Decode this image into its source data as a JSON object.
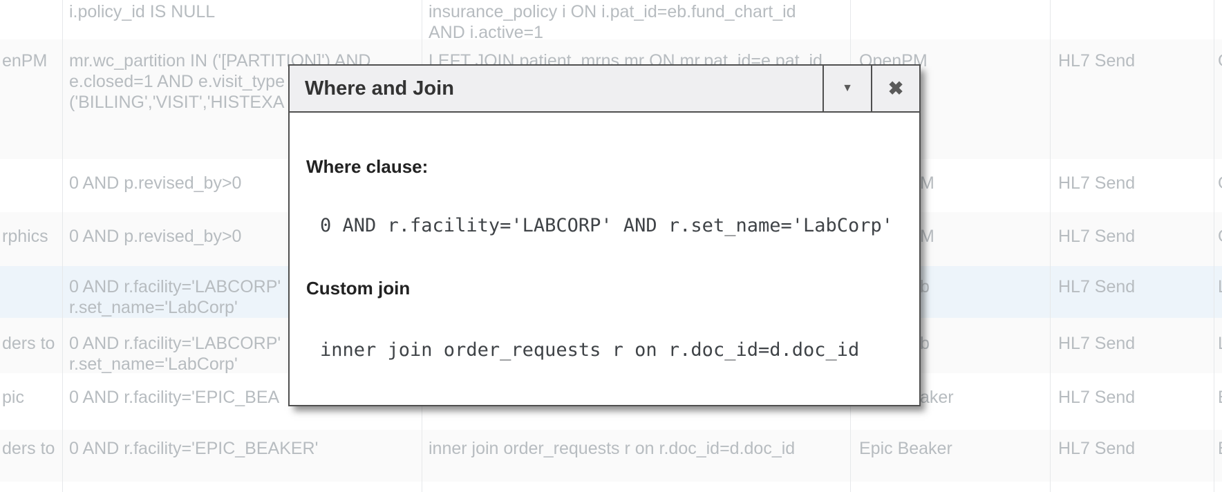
{
  "modal": {
    "title": "Where and Join",
    "collapse_icon_glyph": "▼",
    "close_icon_glyph": "✖",
    "where_label": "Where clause:",
    "where_code": "0 AND r.facility='LABCORP' AND r.set_name='LabCorp'",
    "join_label": "Custom join",
    "join_code": "inner join order_requests r on r.doc_id=d.doc_id"
  },
  "table": {
    "rows": [
      {
        "bg": "white",
        "name": "",
        "where": [
          "i.policy_id IS NULL"
        ],
        "join": [
          "insurance_policy i ON i.pat_id=eb.fund_chart_id",
          "AND i.active=1"
        ],
        "system": "",
        "system_partial": false,
        "send": "",
        "extra": ""
      },
      {
        "bg": "gray",
        "name": "enPM",
        "where": [
          "mr.wc_partition IN ('[PARTITION]') AND",
          "e.closed=1 AND e.visit_type",
          "('BILLING','VISIT','HISTEXA"
        ],
        "join": [
          "LEFT JOIN patient_mrns mr ON mr.pat_id=e.pat_id"
        ],
        "system": "OpenPM",
        "system_partial": false,
        "send": "HL7 Send",
        "extra": "O"
      },
      {
        "bg": "white",
        "name": "",
        "where": [
          "0 AND p.revised_by>0"
        ],
        "join": [],
        "system": "M",
        "system_partial": true,
        "send": "HL7 Send",
        "extra": "O"
      },
      {
        "bg": "gray",
        "name": "rphics",
        "where": [
          "0 AND p.revised_by>0"
        ],
        "join": [],
        "system": "M",
        "system_partial": true,
        "send": "HL7 Send",
        "extra": "O"
      },
      {
        "bg": "selected",
        "name": "",
        "where": [
          "0 AND r.facility='LABCORP'",
          "r.set_name='LabCorp'"
        ],
        "join": [],
        "system": "b",
        "system_partial": true,
        "send": "HL7 Send",
        "extra": "L"
      },
      {
        "bg": "gray",
        "name": "ders to",
        "where": [
          "0 AND r.facility='LABCORP'",
          "r.set_name='LabCorp'"
        ],
        "join": [],
        "system": "b",
        "system_partial": true,
        "send": "HL7 Send",
        "extra": "L"
      },
      {
        "bg": "white",
        "name": "pic",
        "where": [
          "0 AND r.facility='EPIC_BEA"
        ],
        "join": [],
        "system": "aker",
        "system_partial": true,
        "send": "HL7 Send",
        "extra": "E"
      },
      {
        "bg": "gray",
        "name": "ders to",
        "where": [
          "0 AND r.facility='EPIC_BEAKER'"
        ],
        "join": [
          "inner join order_requests r on r.doc_id=d.doc_id"
        ],
        "system": "Epic Beaker",
        "system_partial": false,
        "send": "HL7 Send",
        "extra": "E"
      },
      {
        "bg": "white",
        "name": "",
        "where": [],
        "join": [],
        "system": "",
        "system_partial": false,
        "send": "",
        "extra": ""
      }
    ]
  },
  "colors": {
    "selected_row": "#edf4fa",
    "stripe_row": "#fafafa",
    "cell_border": "#e6e8ea",
    "table_text": "#b7bcc0",
    "modal_border": "#4f4f4f",
    "modal_header_bg": "#efeff1",
    "modal_title_text": "#333333",
    "modal_code_text": "#3f4347",
    "modal_label_text": "#222222"
  }
}
